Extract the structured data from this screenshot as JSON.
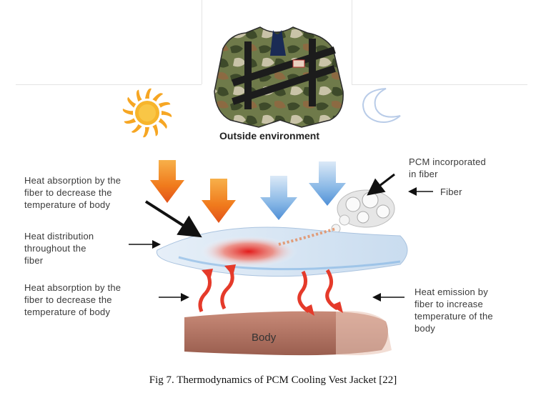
{
  "header": {
    "outside_label": "Outside environment"
  },
  "labels": {
    "pcm_incorporated": [
      "PCM incorporated",
      "in fiber"
    ],
    "fiber": "Fiber",
    "heat_absorption_top": [
      "Heat  absorption by the",
      "fiber to decrease the",
      "temperature of body"
    ],
    "heat_distribution": [
      "Heat distribution",
      "throughout the",
      "fiber"
    ],
    "heat_absorption_bottom": [
      "Heat  absorption by the",
      "fiber to decrease the",
      "temperature of body"
    ],
    "heat_emission": [
      "Heat emission by",
      "fiber to increase",
      "temperature of the",
      "body"
    ],
    "body": "Body"
  },
  "caption": "Fig 7. Thermodynamics of PCM Cooling Vest Jacket [22]",
  "colors": {
    "sun": "#f6a623",
    "moon": "#b9cce8",
    "heat_red": "#e53a2a",
    "cool_blue": "#5aa3e0",
    "skin": "#b8786a"
  },
  "icons": [
    "sun-icon",
    "moon-icon",
    "vest-image",
    "flame-arrow-icon",
    "ice-arrow-icon"
  ]
}
